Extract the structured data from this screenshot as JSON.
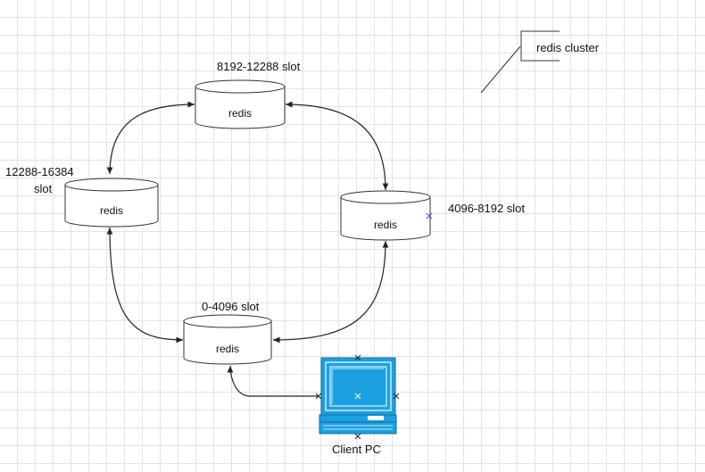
{
  "diagram": {
    "nodes": {
      "top": {
        "label": "redis",
        "slot": "8192-12288 slot"
      },
      "left": {
        "label": "redis",
        "slot_line1": "12288-16384",
        "slot_line2": "slot"
      },
      "right": {
        "label": "redis",
        "slot": "4096-8192 slot"
      },
      "bottom": {
        "label": "redis",
        "slot": "0-4096 slot"
      }
    },
    "client": {
      "label": "Client PC"
    },
    "annotation": {
      "text": "redis cluster"
    }
  },
  "colors": {
    "grid": "#e3e3e3",
    "stroke": "#333333",
    "monitor": "#1ba1e2"
  }
}
